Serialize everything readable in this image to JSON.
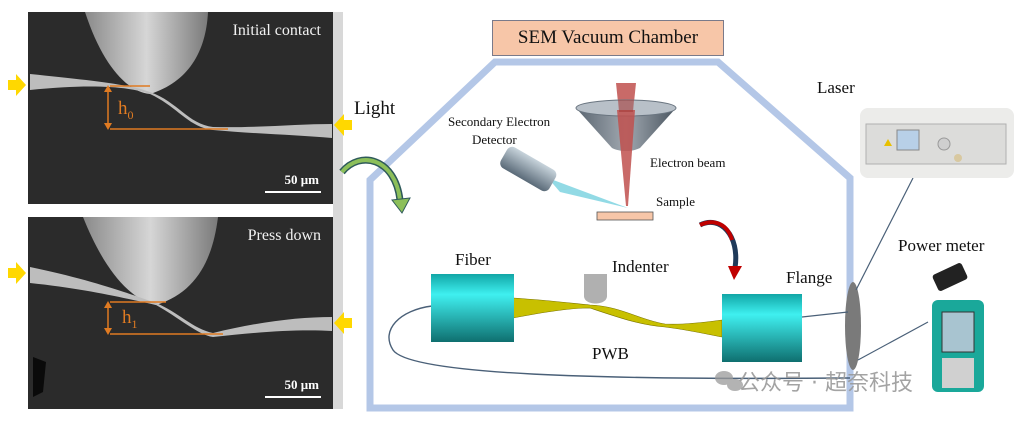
{
  "figure": {
    "sem_images": [
      {
        "label": "Initial contact",
        "height_label": "h",
        "height_subscript": "0",
        "scale_bar": "50 μm"
      },
      {
        "label": "Press down",
        "height_label": "h",
        "height_subscript": "1",
        "scale_bar": "50 μm"
      }
    ],
    "light_label": "Light",
    "chamber_title": "SEM Vacuum Chamber",
    "detector_label_line1": "Secondary Electron",
    "detector_label_line2": "Detector",
    "electron_beam_label": "Electron beam",
    "sample_label": "Sample",
    "fiber_label": "Fiber",
    "indenter_label": "Indenter",
    "pwb_label": "PWB",
    "flange_label": "Flange",
    "laser_label": "Laser",
    "power_meter_label": "Power meter",
    "watermark": "公众号 · 超奈科技",
    "colors": {
      "chamber_outline": "#b4c7e7",
      "title_box_fill": "#f7c6a8",
      "annotation_orange": "#e07b22",
      "arrow_yellow": "#ffd800",
      "beam_red": "#c0504d",
      "fiber_teal": "#1fb8b8",
      "pwb_yellow": "#c8c000",
      "transfer_arrow_green": "#8cbf5a",
      "transfer_arrow_red": "#c00000"
    }
  }
}
